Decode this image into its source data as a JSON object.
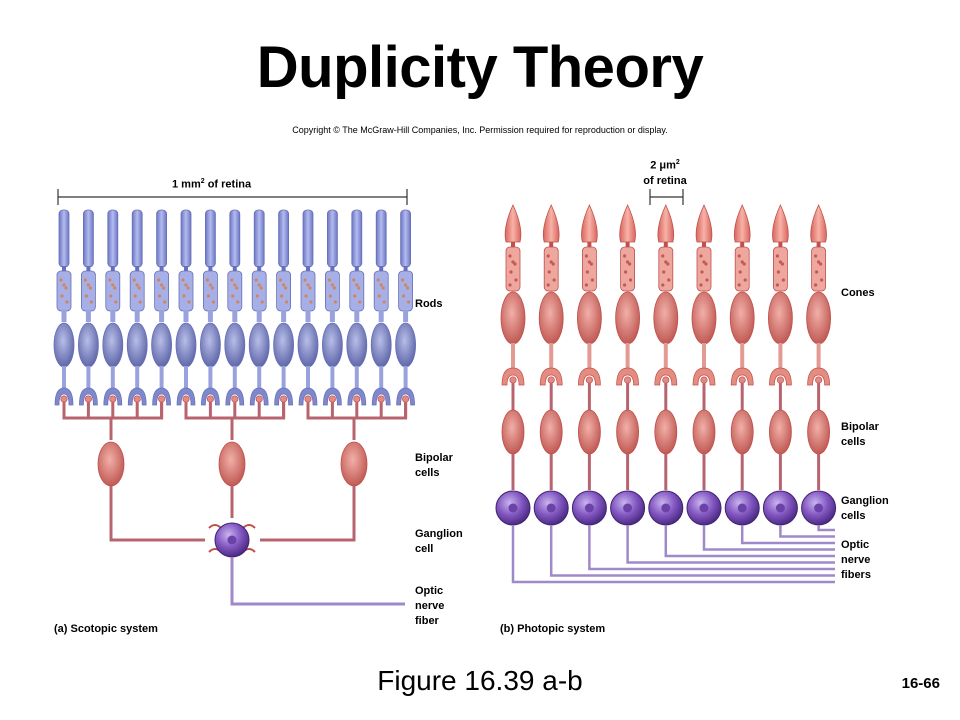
{
  "title": "Duplicity Theory",
  "copyright": "Copyright © The McGraw-Hill Companies, Inc. Permission required for reproduction or display.",
  "scotopic": {
    "scale_label": "1 mm",
    "scale_sup": "2",
    "scale_suffix": " of retina",
    "rods_label": "Rods",
    "bipolar_label_1": "Bipolar",
    "bipolar_label_2": "cells",
    "ganglion_label_1": "Ganglion",
    "ganglion_label_2": "cell",
    "optic_label_1": "Optic",
    "optic_label_2": "nerve",
    "optic_label_3": "fiber",
    "panel_label": "(a) Scotopic system",
    "rod_count": 15,
    "bipolar_count": 3,
    "ganglion_count": 1
  },
  "photopic": {
    "scale_label_1": "2 μm",
    "scale_sup": "2",
    "scale_label_2": "of retina",
    "cones_label": "Cones",
    "bipolar_label_1": "Bipolar",
    "bipolar_label_2": "cells",
    "ganglion_label_1": "Ganglion",
    "ganglion_label_2": "cells",
    "optic_label_1": "Optic",
    "optic_label_2": "nerve",
    "optic_label_3": "fibers",
    "panel_label": "(b) Photopic system",
    "cone_count": 9
  },
  "caption": "Figure 16.39 a-b",
  "page_number": "16-66",
  "colors": {
    "rod": "#8c96d8",
    "rod_dark": "#6670b8",
    "pink": "#e28a84",
    "pink_dark": "#c0504c",
    "nerve": "#b7646e",
    "ganglion": "#7a4fb8",
    "fiber": "#a089c8"
  }
}
